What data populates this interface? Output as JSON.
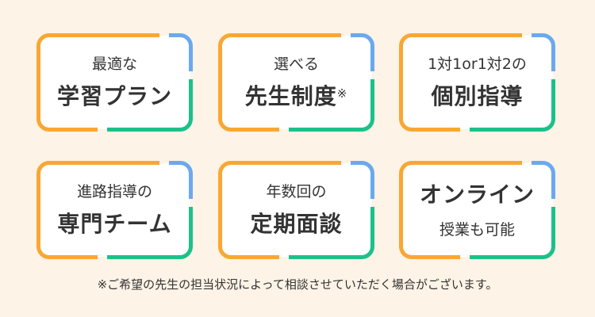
{
  "colors": {
    "orange": "#f9a733",
    "blue": "#6aa9f0",
    "green": "#1cc18a",
    "background": "#fdf3e6"
  },
  "cards": [
    {
      "line1": "最適な",
      "line2": "学習プラン",
      "suffix": ""
    },
    {
      "line1": "選べる",
      "line2": "先生制度",
      "suffix": "※"
    },
    {
      "line1": "1対1or1対2の",
      "line2": "個別指導",
      "suffix": ""
    },
    {
      "line1": "進路指導の",
      "line2": "専門チーム",
      "suffix": ""
    },
    {
      "line1": "年数回の",
      "line2": "定期面談",
      "suffix": ""
    },
    {
      "line1": "オンライン",
      "line2": "授業も可能",
      "suffix": ""
    }
  ],
  "footnote": "※ご希望の先生の担当状況によって相談させていただく場合がございます。"
}
